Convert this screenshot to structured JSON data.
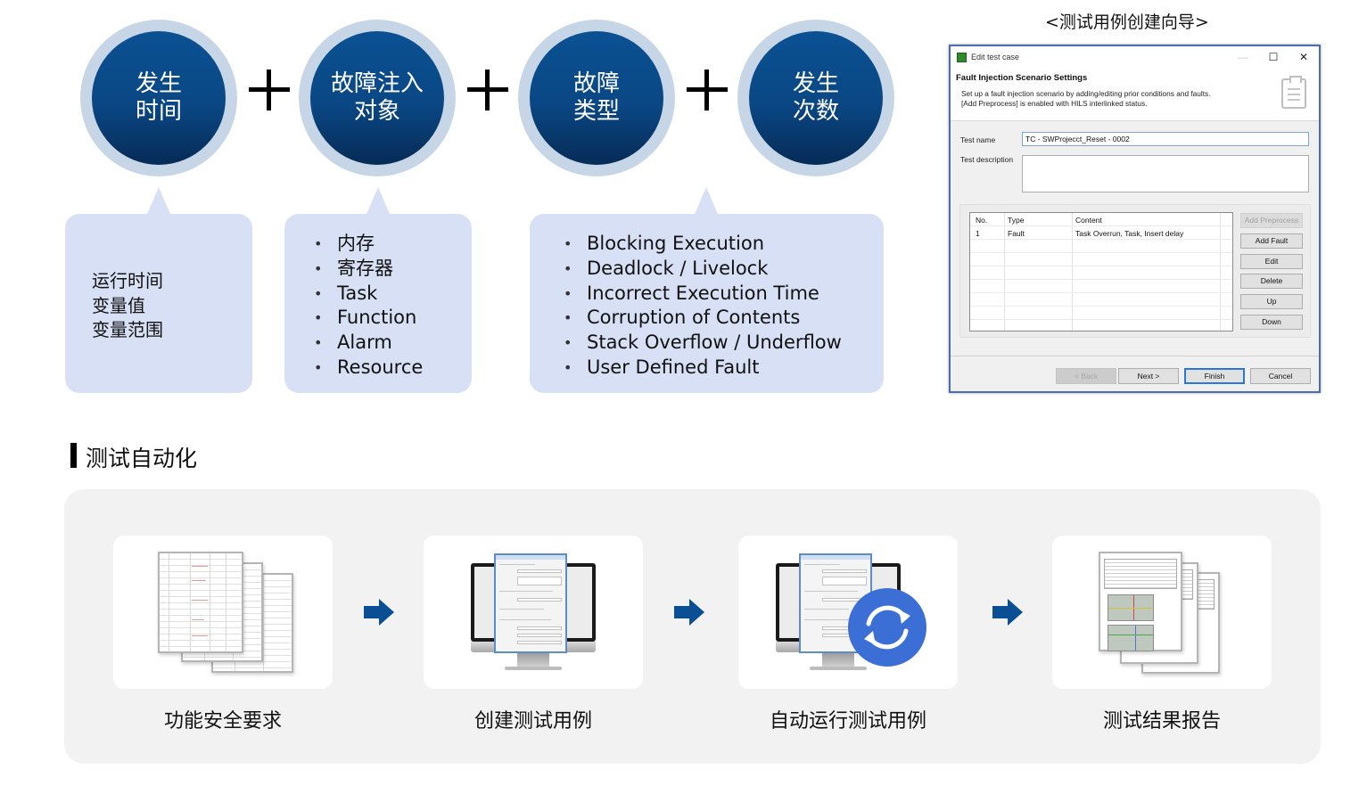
{
  "formula": {
    "factors": [
      {
        "label": "发生\n时间"
      },
      {
        "label": "故障注入\n对象"
      },
      {
        "label": "故障\n类型"
      },
      {
        "label": "发生\n次数"
      }
    ],
    "operator": "+"
  },
  "details": {
    "occurrence_time": [
      "运行时间",
      "变量值",
      "变量范围"
    ],
    "injection_targets": [
      "内存",
      "寄存器",
      "Task",
      "Function",
      "Alarm",
      "Resource"
    ],
    "fault_types": [
      "Blocking Execution",
      "Deadlock / Livelock",
      "Incorrect Execution Time",
      "Corruption of Contents",
      "Stack Overflow / Underflow",
      "User Defined Fault"
    ]
  },
  "wizard": {
    "caption": "<测试用例创建向导>",
    "window_title": "Edit test case",
    "minimize_icon": "—",
    "maximize_icon": "☐",
    "close_icon": "✕",
    "heading": "Fault Injection Scenario Settings",
    "description": "Set up a fault injection scenario by adding/editing prior conditions and faults.\n[Add Preprocess] is enabled with HILS interlinked status.",
    "test_name_label": "Test name",
    "test_name_value": "TC - SWProjecct_Reset - 0002",
    "test_description_label": "Test description",
    "test_description_value": "",
    "table": {
      "columns": [
        "No.",
        "Type",
        "Content"
      ],
      "rows": [
        {
          "no": "1",
          "type": "Fault",
          "content": "Task Overrun, Task, Insert delay"
        }
      ]
    },
    "side_buttons": {
      "add_preprocess": "Add Preprocess",
      "add_fault": "Add Fault",
      "edit": "Edit",
      "delete": "Delete",
      "up": "Up",
      "down": "Down"
    },
    "footer_buttons": {
      "back": "< Back",
      "next": "Next >",
      "finish": "Finish",
      "cancel": "Cancel"
    }
  },
  "automation": {
    "title": "测试自动化",
    "steps": [
      {
        "label": "功能安全要求",
        "icon": "document-stack-icon"
      },
      {
        "label": "创建测试用例",
        "icon": "monitor-dialog-icon"
      },
      {
        "label": "自动运行测试用例",
        "icon": "sync-icon"
      },
      {
        "label": "测试结果报告",
        "icon": "report-stack-icon"
      }
    ]
  },
  "colors": {
    "circle_fill": "#0a4784",
    "circle_ring": "#c6d6e6",
    "bubble_fill": "#d8e0f5",
    "arrow": "#0a4f93",
    "sync_badge": "#3b6fd5",
    "panel_bg": "#f2f2f2"
  }
}
